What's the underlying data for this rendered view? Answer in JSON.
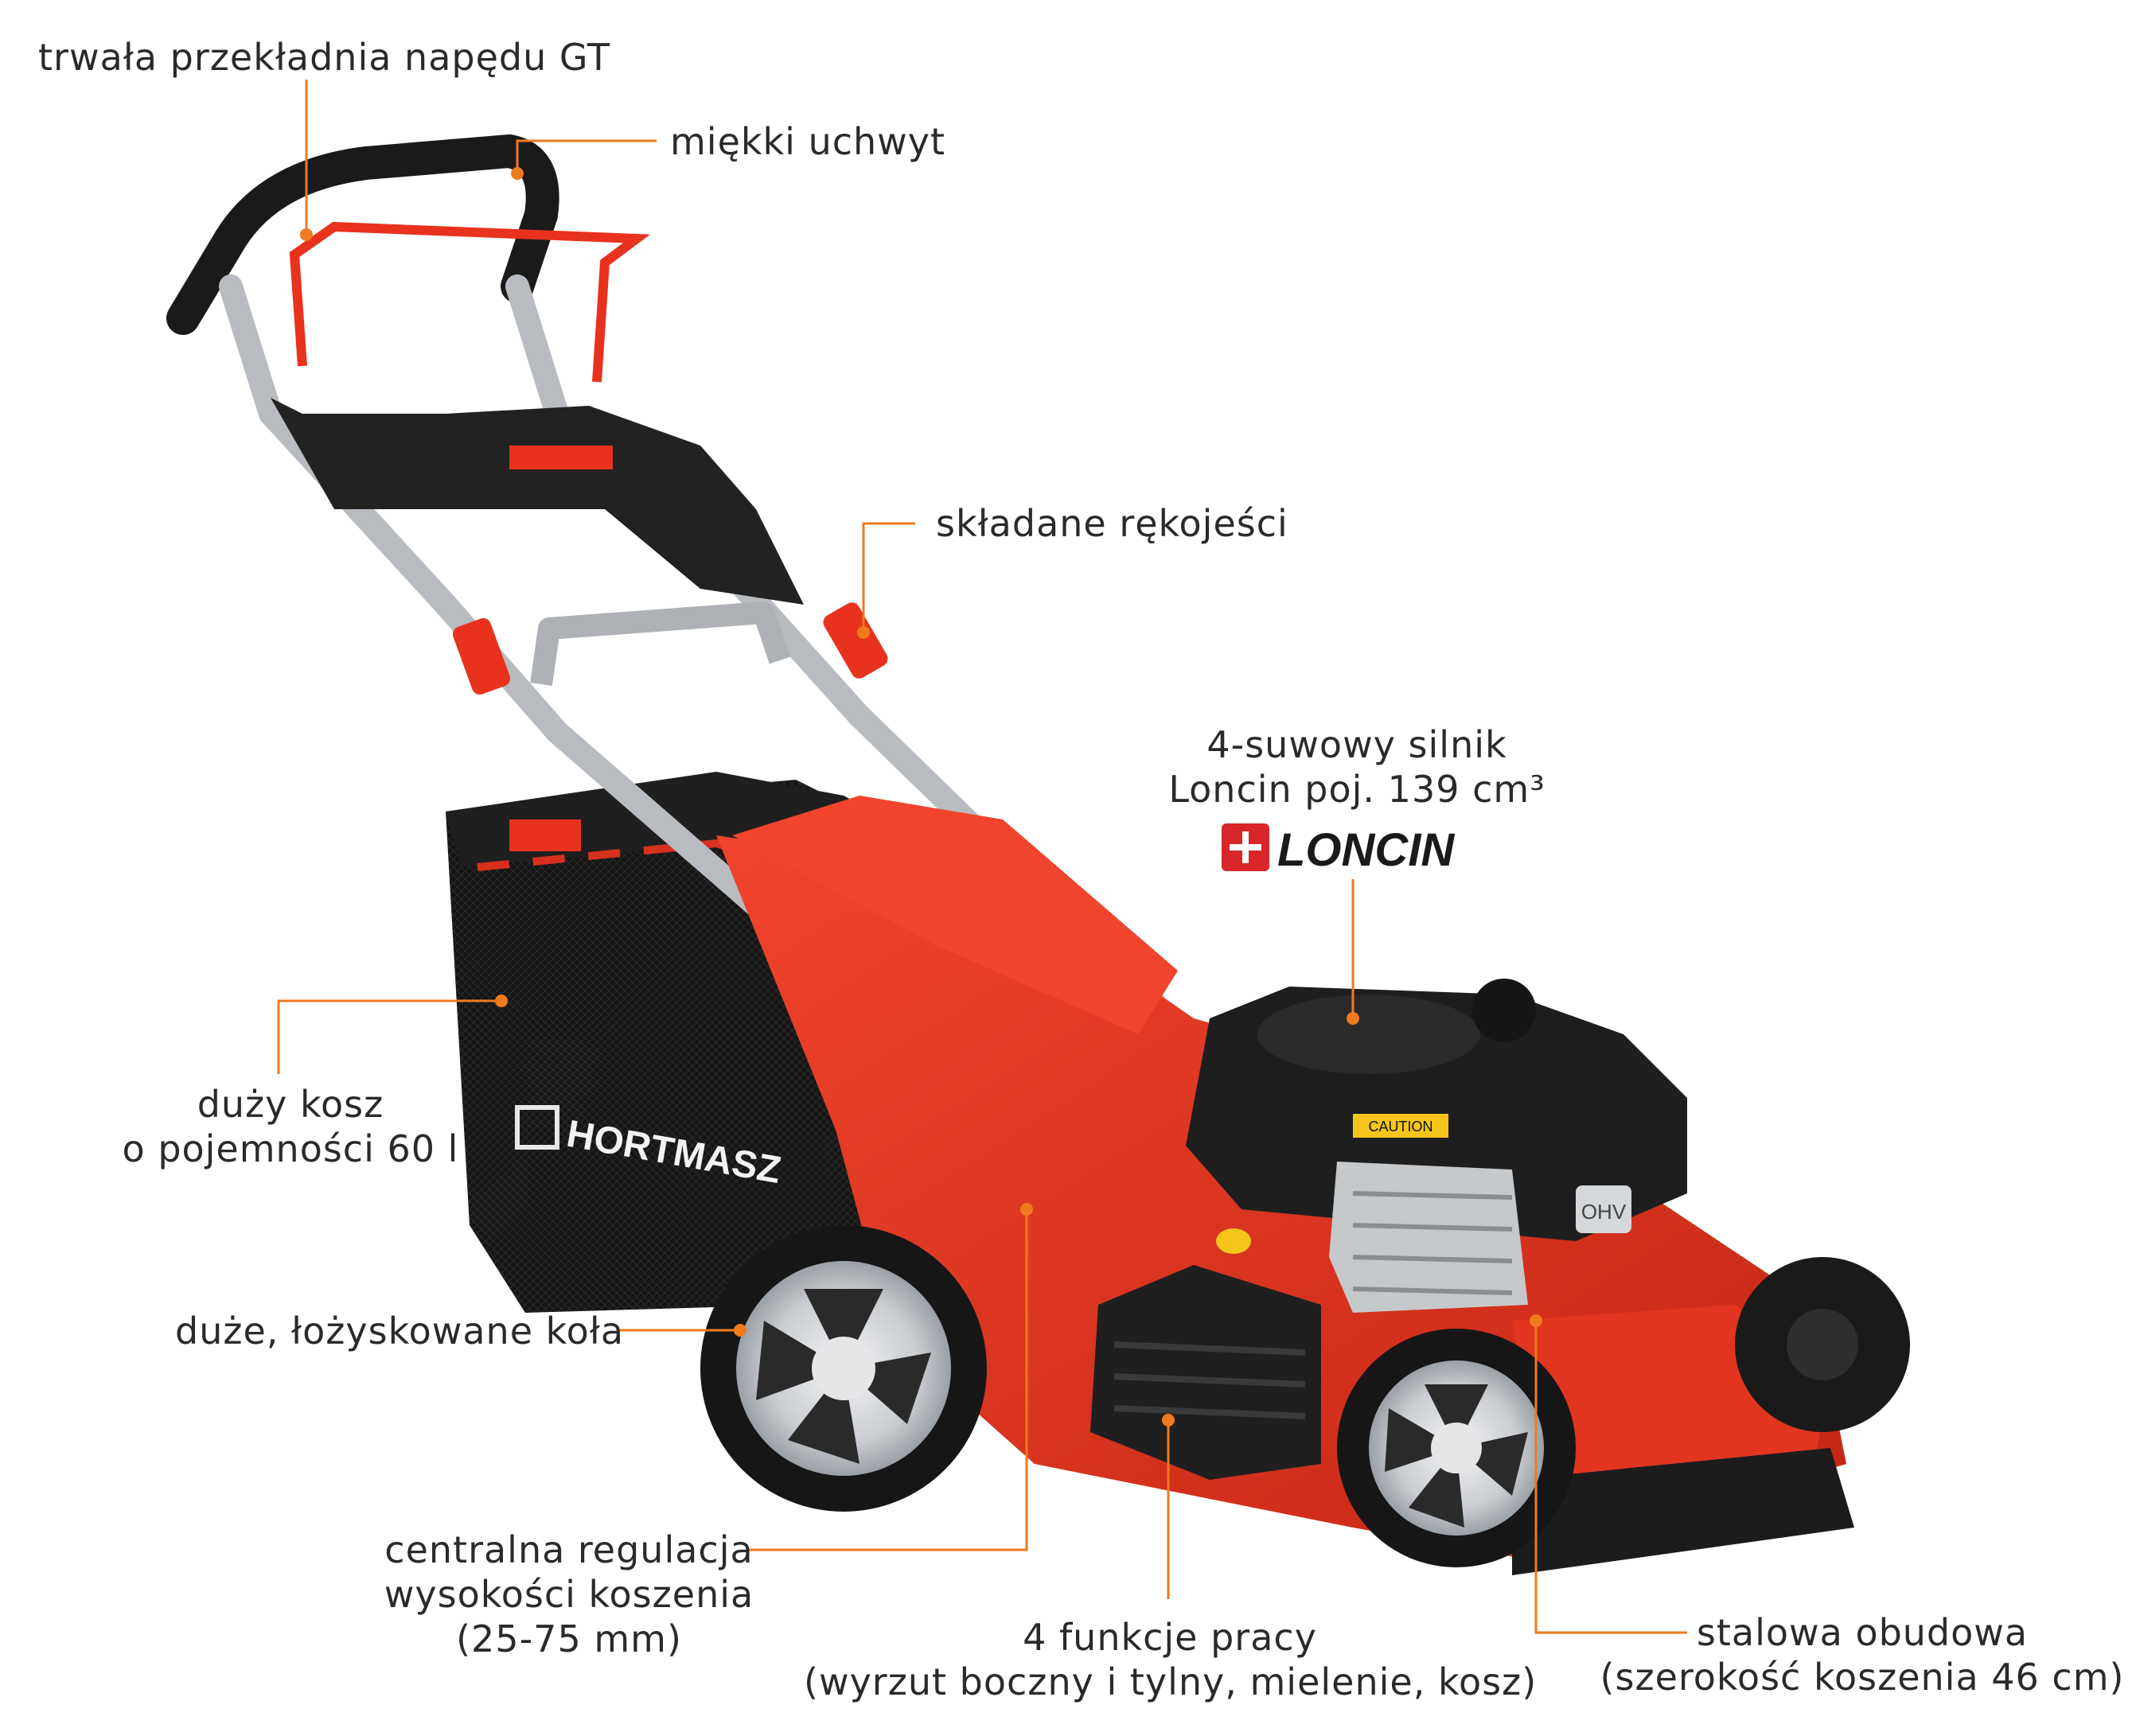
{
  "labels": {
    "gearbox": "trwała przekładnia napędu GT",
    "grip": "miękki uchwyt",
    "folding_handles": "składane rękojeści",
    "engine_line1": "4-suwowy silnik",
    "engine_line2": "Loncin poj. 139 cm³",
    "basket_line1": "duży kosz",
    "basket_line2": "o pojemności 60 l",
    "wheels": "duże, łożyskowane koła",
    "height_line1": "centralna regulacja",
    "height_line2": "wysokości koszenia",
    "height_line3": "(25-75 mm)",
    "functions_line1": "4 funkcje pracy",
    "functions_line2": "(wyrzut boczny i tylny, mielenie, kosz)",
    "housing_line1": "stalowa obudowa",
    "housing_line2": "(szerokość koszenia 46 cm)"
  },
  "logos": {
    "engine_brand": "LONCIN",
    "mower_brand": "HORTMASZ",
    "caution_sticker": "CAUTION",
    "ohv_badge": "OHV"
  },
  "colors": {
    "accent_orange": "#f07a1e",
    "mower_red": "#e8321d",
    "mower_black": "#1e1e1e",
    "aluminium": "#b8bcc0",
    "loncin_red": "#d8262a"
  }
}
